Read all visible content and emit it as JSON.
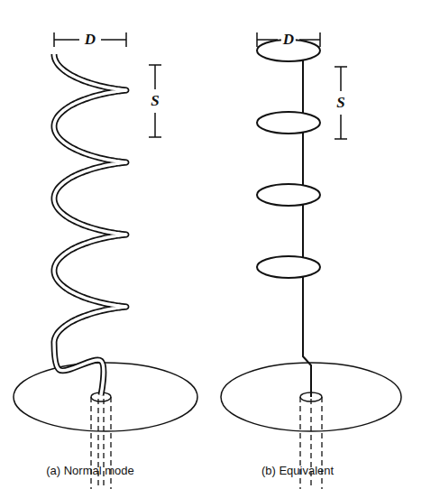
{
  "diagram": {
    "labels": [
      "D",
      "S",
      "D",
      "S",
      "(a) Normal mode",
      "(b) Equivalent"
    ]
  }
}
